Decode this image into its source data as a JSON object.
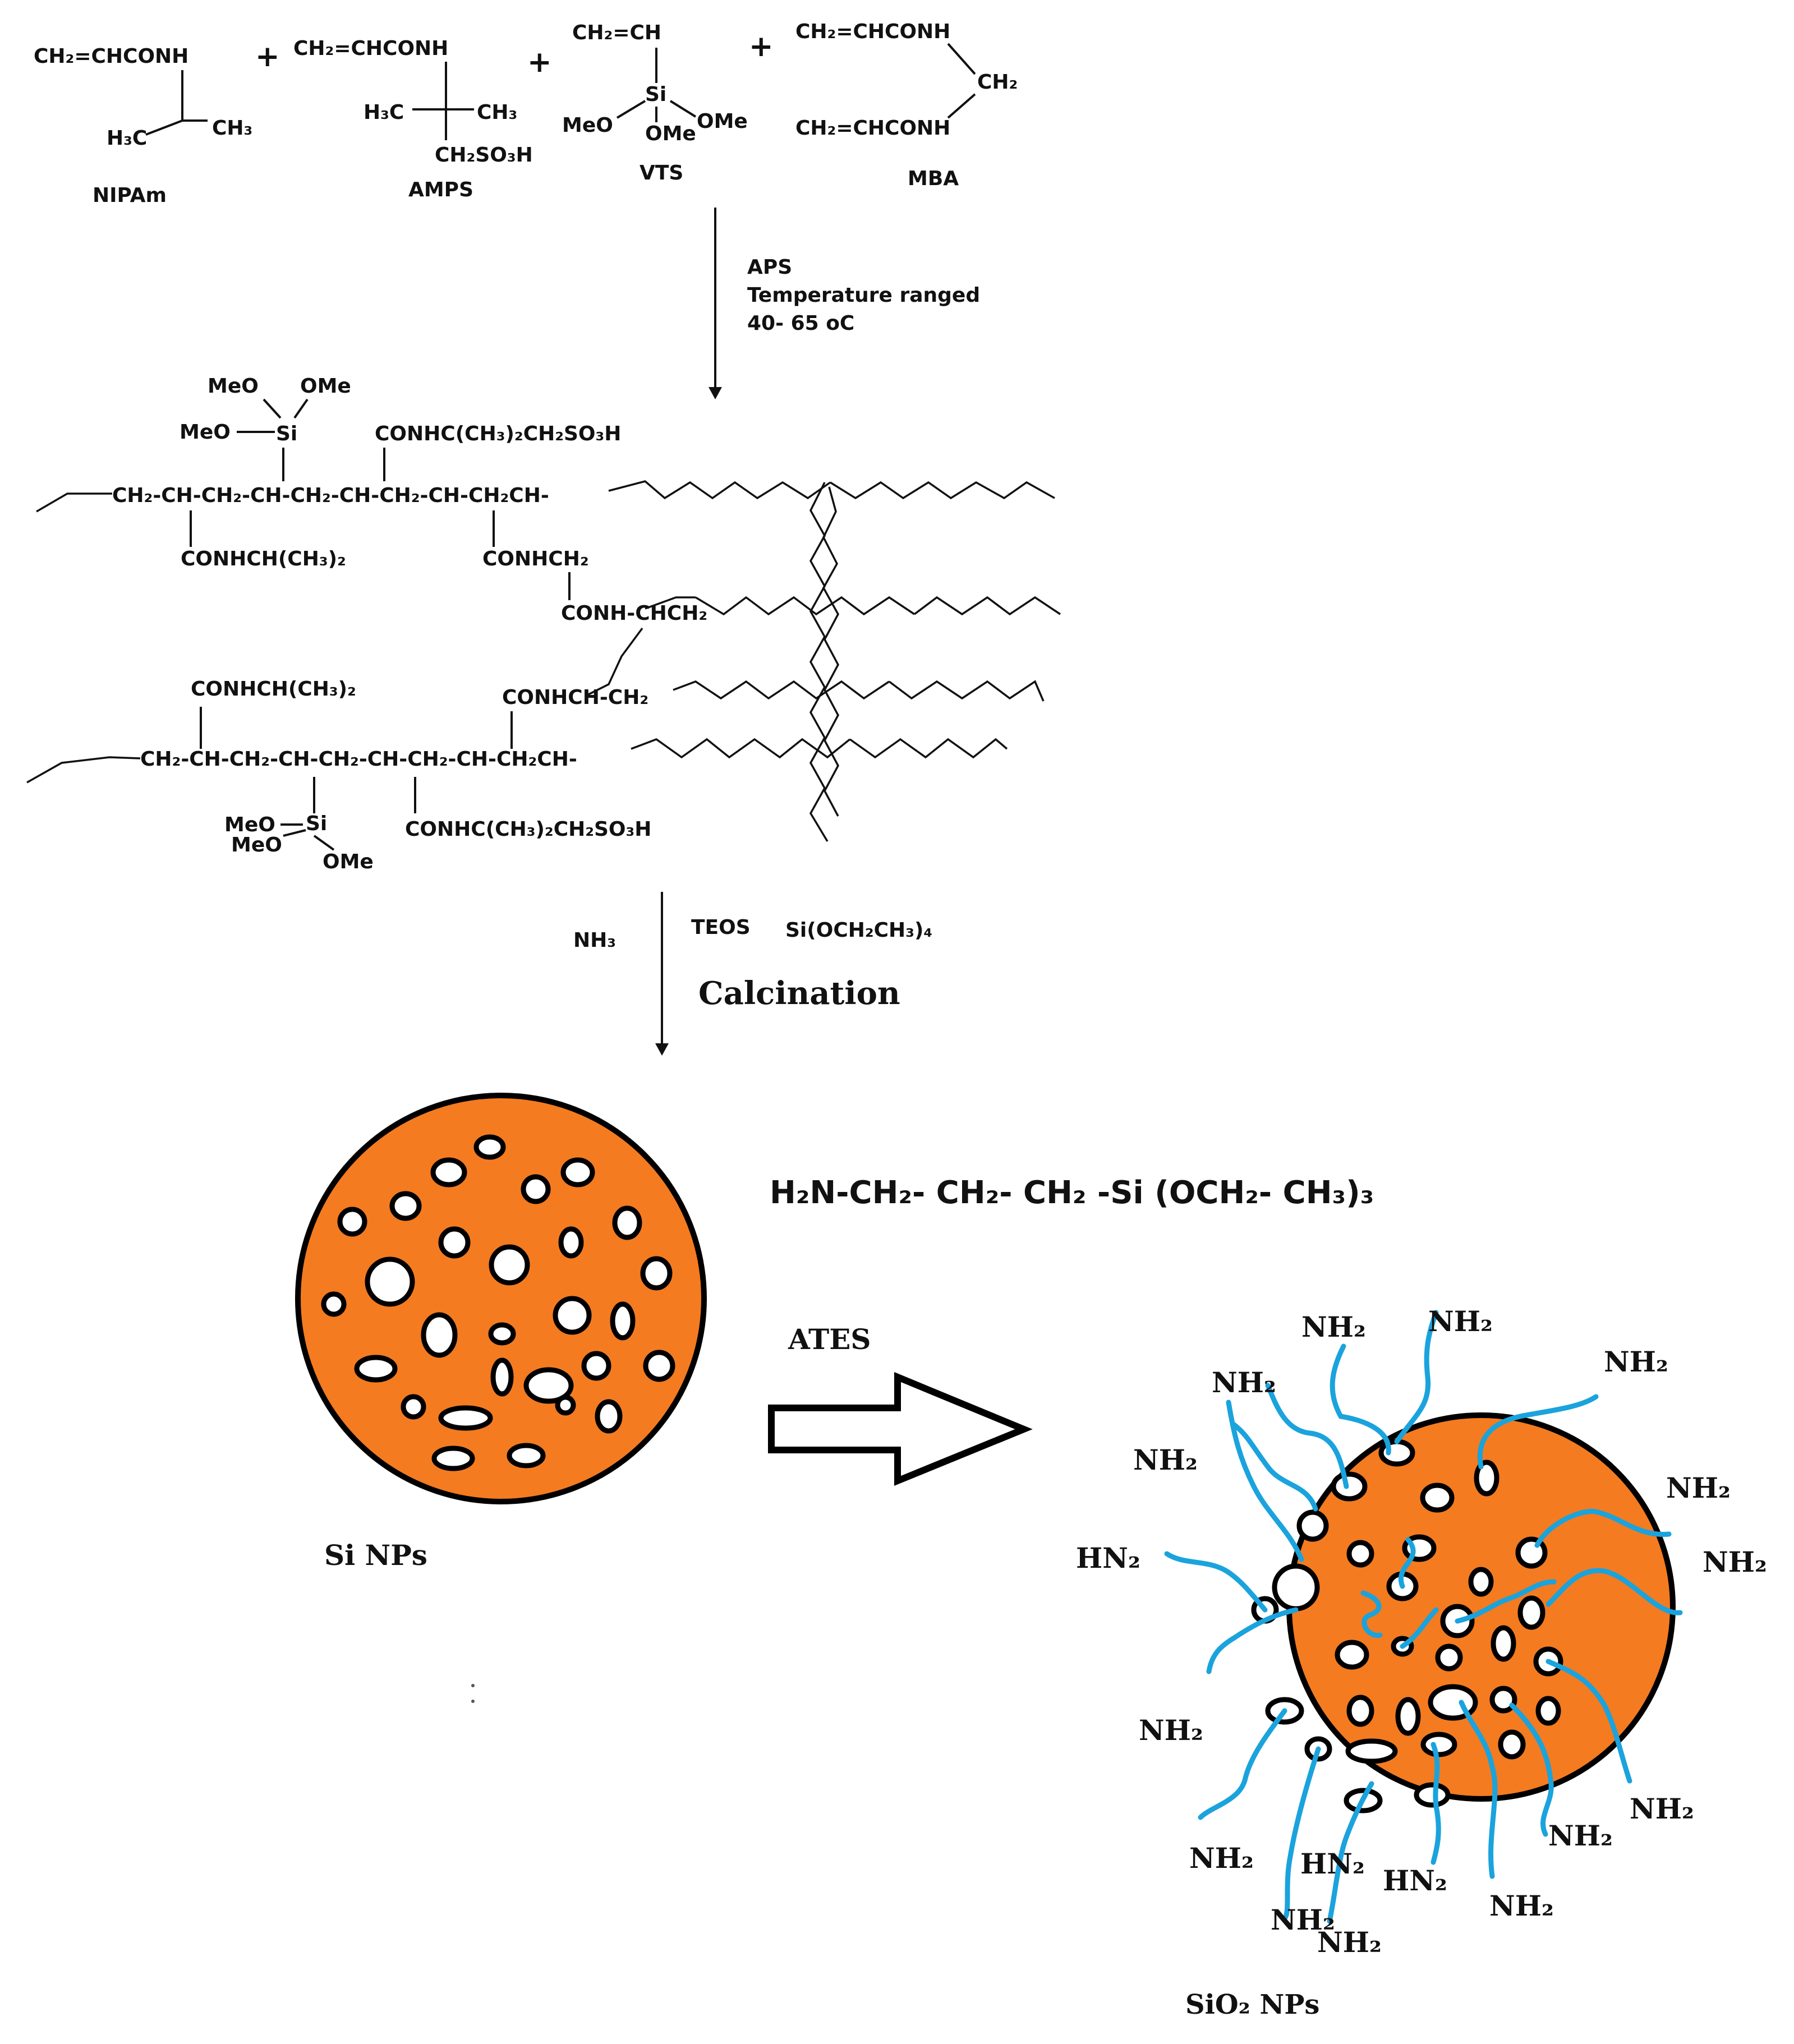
{
  "monomers": {
    "nipam": {
      "vinyl": "CH₂=CHCONH",
      "me1": "H₃C",
      "me2": "CH₃",
      "name": "NIPAm"
    },
    "amps": {
      "vinyl": "CH₂=CHCONH",
      "me1": "H₃C",
      "me2": "CH₃",
      "sulfo": "CH₂SO₃H",
      "name": "AMPS"
    },
    "vts": {
      "vinyl": "CH₂=CH",
      "si": "Si",
      "ome_left": "MeO",
      "ome_mid": "OMe",
      "ome_right": "OMe",
      "name": "VTS"
    },
    "mba": {
      "top": "CH₂=CHCONH",
      "bridge": "CH₂",
      "bottom": "CH₂=CHCONH",
      "name": "MBA"
    },
    "plus": "+"
  },
  "step1": {
    "reagent": "APS",
    "condition": "Temperature ranged",
    "range": "40- 65 oC"
  },
  "polymer": {
    "chain1": "CH₂-CH-CH₂-CH-CH₂-CH-CH₂-CH-CH₂CH-",
    "chain2": "CH₂-CH-CH₂-CH-CH₂-CH-CH₂-CH-CH₂CH-",
    "si_top_ome1": "MeO",
    "si_top_ome2": "OMe",
    "si_top_ome3": "MeO",
    "si_top": "Si",
    "amps_top": "CONHC(CH₃)₂CH₂SO₃H",
    "nipam_top": "CONHCH(CH₃)₂",
    "mba1": "CONHCH₂",
    "mba2": "CONH-CHCH₂",
    "nipam_bottom": "CONHCH(CH₃)₂",
    "mba3": "CONHCH-CH₂",
    "si_bot_ome1": "MeO",
    "si_bot_ome2": "MeO",
    "si_bot": "Si",
    "si_bot_ome3": "OMe",
    "amps_bottom": "CONHC(CH₃)₂CH₂SO₃H"
  },
  "step2": {
    "base": "NH₃",
    "teos": "TEOS",
    "teos_formula": "Si(OCH₂CH₃)₄",
    "process": "Calcination"
  },
  "si_nps": {
    "label": "Si NPs",
    "fill_color": "#f47b20"
  },
  "ates": {
    "formula": "H₂N-CH₂- CH₂- CH₂ -Si (OCH₂- CH₃)₃",
    "label": "ATES"
  },
  "sio2_nps": {
    "label": "SiO₂  NPs",
    "fill_color": "#f47b20",
    "tail_color": "#1aa3dd",
    "amine_labels": [
      "NH₂",
      "NH₂",
      "NH₂",
      "NH₂",
      "NH₂",
      "NH₂",
      "NH₂",
      "NH₂",
      "NH₂",
      "NH₂",
      "NH₂",
      "NH₂",
      "NH₂",
      "NH₂"
    ],
    "hn2_labels": [
      "HN₂",
      "HN₂",
      "HN₂"
    ]
  }
}
